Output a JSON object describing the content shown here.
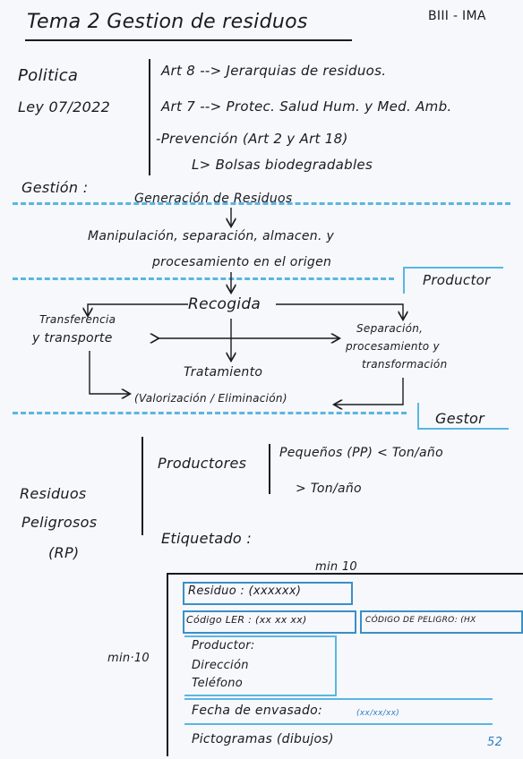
{
  "header": {
    "title": "Tema 2  Gestion de residuos",
    "tag": "BIII - IMA"
  },
  "politica": {
    "label": "Politica",
    "ley": "Ley 07/2022",
    "items": [
      "Art 8 --> Jerarquias de residuos.",
      "Art 7 --> Protec. Salud Hum. y Med. Amb.",
      "-Prevención (Art 2 y Art 18)",
      "L> Bolsas biodegradables"
    ]
  },
  "gestion": {
    "label": "Gestión :",
    "generacion": "Generación de Residuos",
    "manipulacion": "Manipulación, separación, almacen. y",
    "procesamiento": "procesamiento en el origen",
    "productor_tag": "Productor",
    "recogida": "Recogida",
    "transferencia_1": "Transferencia",
    "transferencia_2": "y transporte",
    "separacion_1": "Separación,",
    "separacion_2": "procesamiento y",
    "separacion_3": "transformación",
    "tratamiento": "Tratamiento",
    "valorizacion": "(Valorización / Eliminación)",
    "gestor_tag": "Gestor"
  },
  "rp": {
    "label_1": "Residuos",
    "label_2": "Peligrosos",
    "label_3": "(RP)",
    "productores": "Productores",
    "pequenos": "Pequeños (PP) < Ton/año",
    "grandes": "> Ton/año",
    "etiquetado": "Etiquetado :",
    "min_top": "min 10",
    "min_side": "min·10",
    "residuo": "Residuo : (xxxxxx)",
    "codigo_ler": "Código LER : (xx xx xx)",
    "codigo_peligro": "CÓDIGO DE PELIGRO: (HX",
    "productor": "Productor:",
    "direccion": "Dirección",
    "telefono": "Teléfono",
    "fecha": "Fecha de envasado:",
    "fecha_value": "(xx/xx/xx)",
    "pictogramas": "Pictogramas (dibujos)"
  },
  "page_number": "52"
}
